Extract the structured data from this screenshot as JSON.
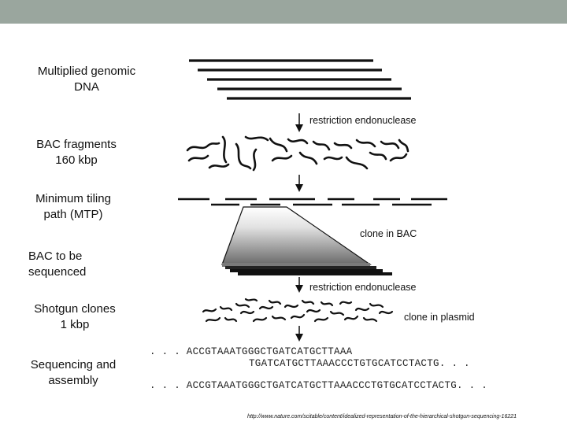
{
  "colors": {
    "header_bar": "#9aa69e",
    "ink": "#111111"
  },
  "labels": {
    "genomic_line1": "Multiplied genomic",
    "genomic_line2": "DNA",
    "bac_line1": "BAC fragments",
    "bac_line2": "160 kbp",
    "mtp_line1": "Minimum tiling",
    "mtp_line2": "path (MTP)",
    "bacseq_line1": "BAC to be",
    "bacseq_line2": "sequenced",
    "shotgun_line1": "Shotgun clones",
    "shotgun_line2": "1 kbp",
    "assembly_line1": "Sequencing and",
    "assembly_line2": "assembly"
  },
  "annotations": {
    "restriction_1": "restriction endonuclease",
    "clone_bac": "clone in BAC",
    "restriction_2": "restriction endonuclease",
    "clone_plasmid": "clone in plasmid"
  },
  "sequences": {
    "read_1": ". . . ACCGTAAATGGGCTGATCATGCTTAAA",
    "read_2": "TGATCATGCTTAAACCCTGTGCATCCTACTG. . .",
    "consensus": ". . . ACCGTAAATGGGCTGATCATGCTTAAACCCTGTGCATCCTACTG. . ."
  },
  "source": "http://www.nature.com/scitable/content/idealized-representation-of-the-hierarchical-shotgun-sequencing-16221"
}
